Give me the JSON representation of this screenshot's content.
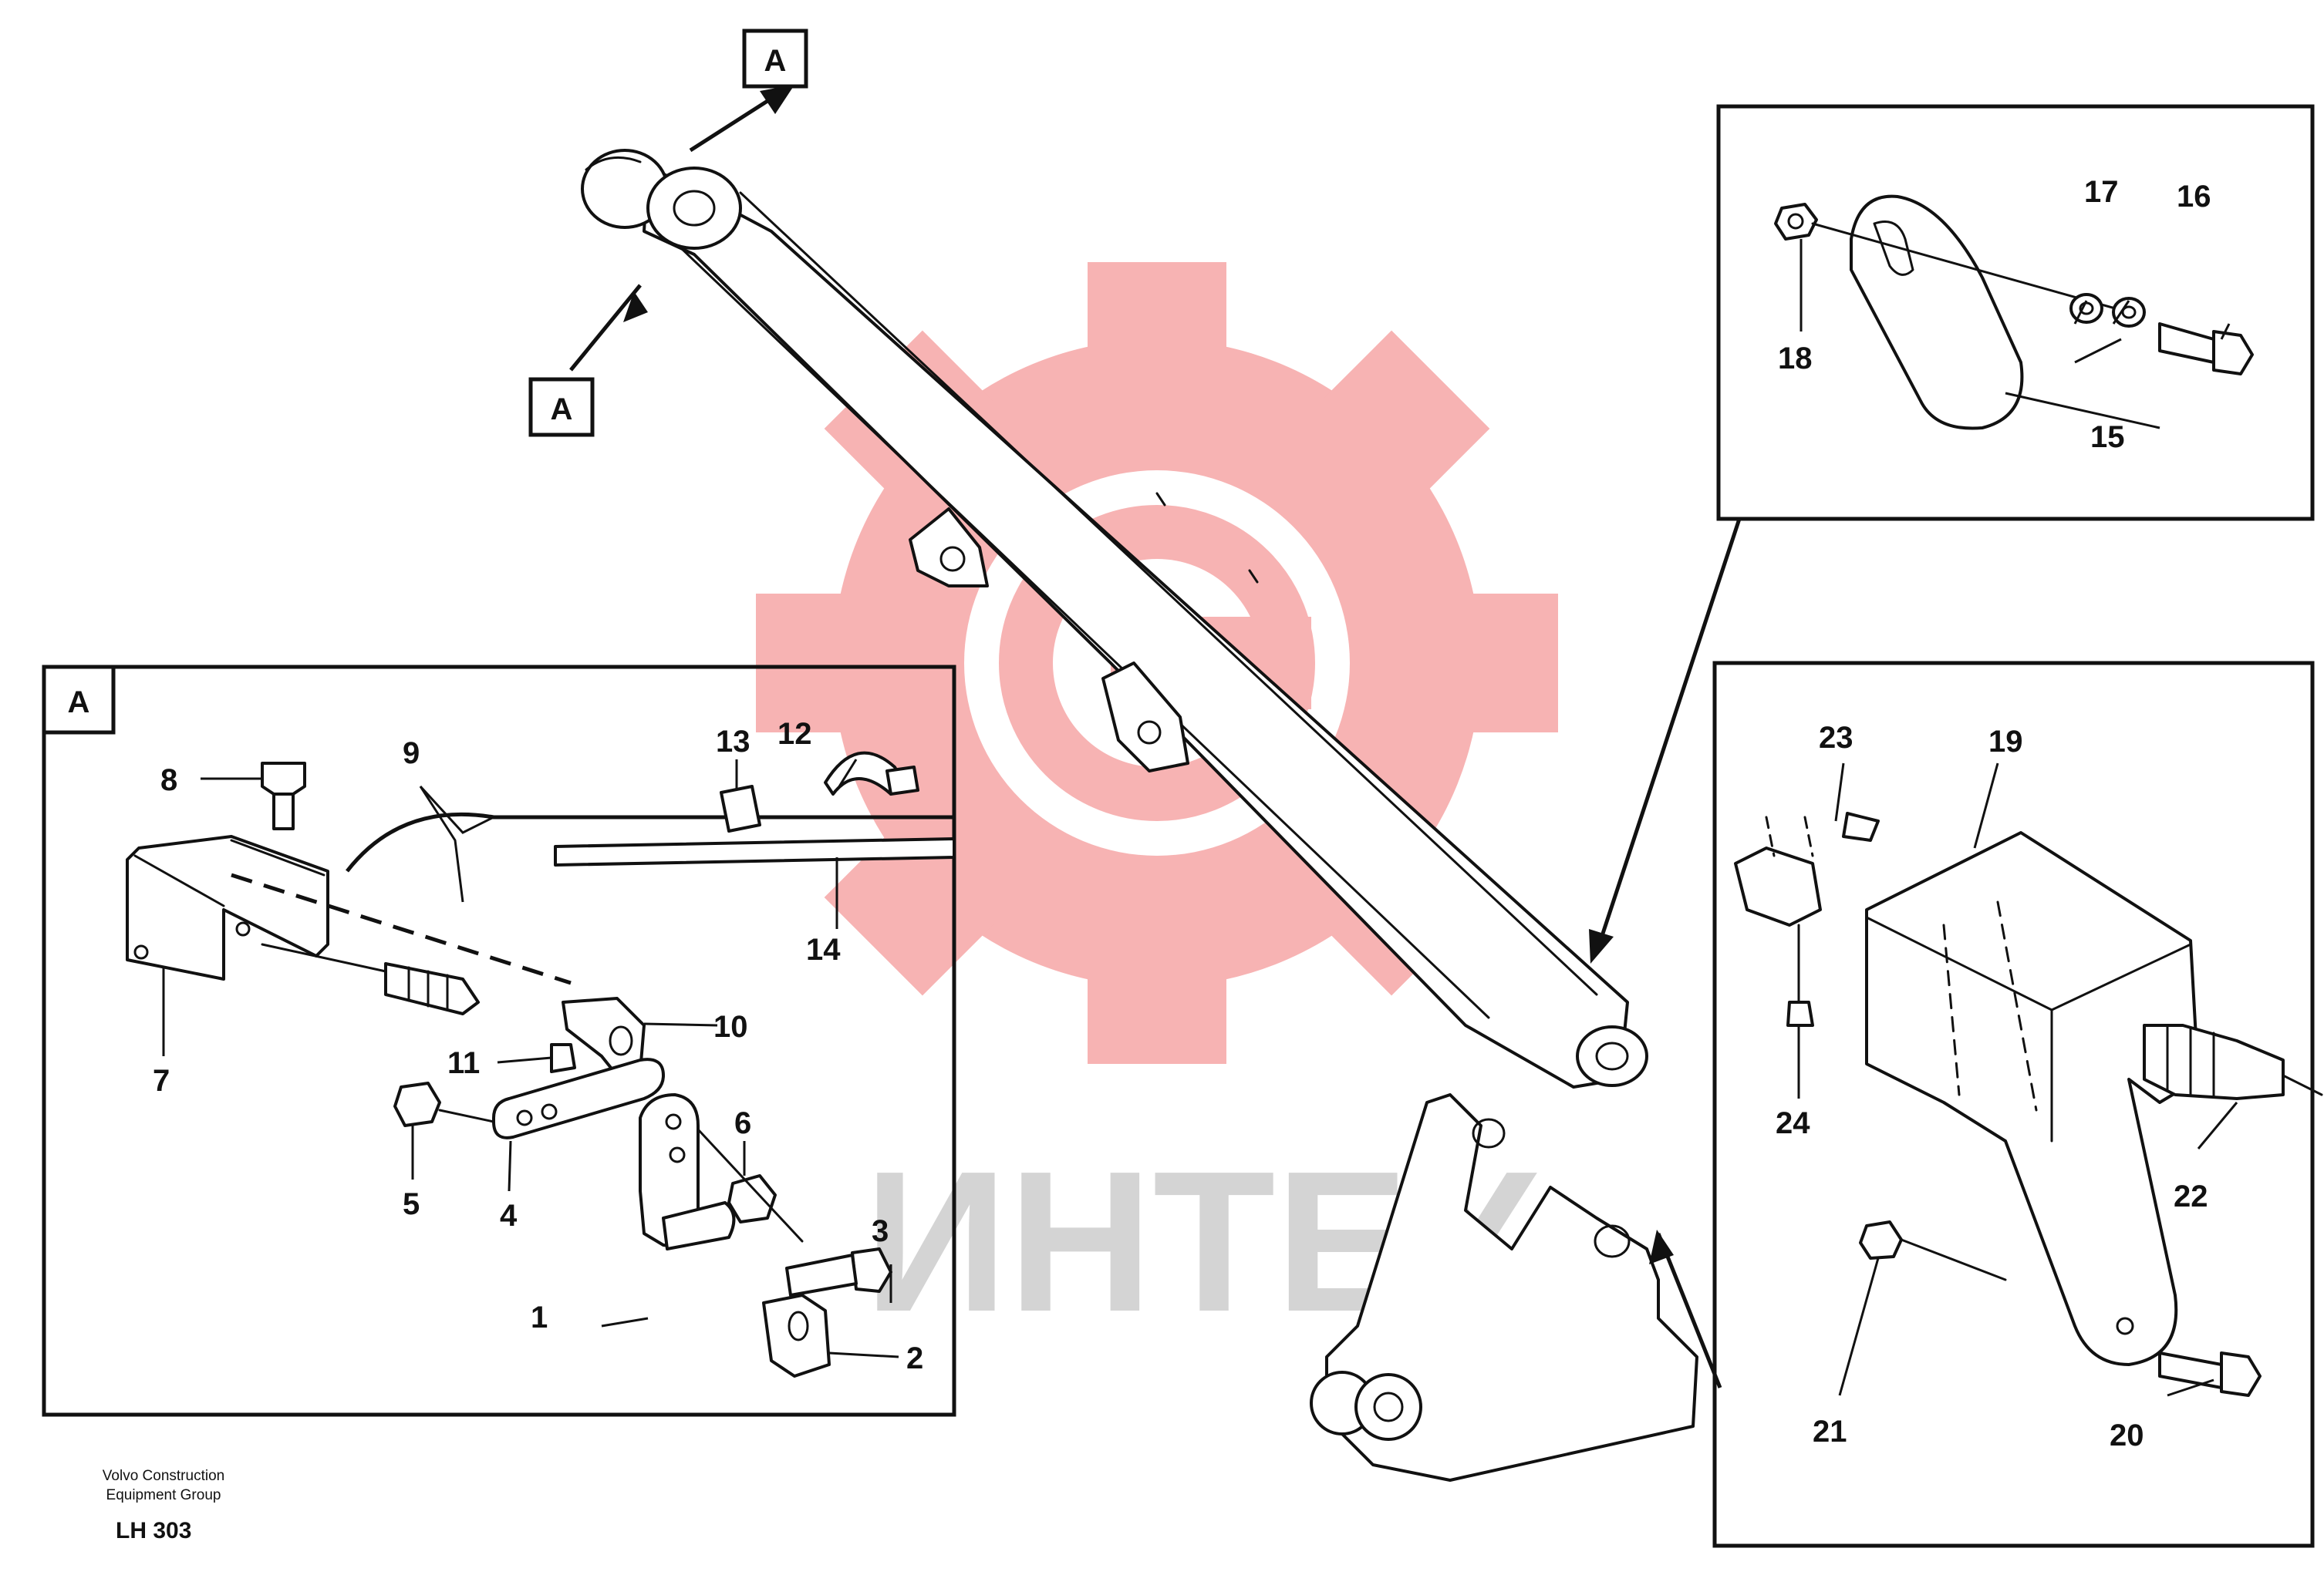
{
  "watermark": {
    "text": "ИНТЕХ",
    "gear_color": "#f7b3b3",
    "text_color": "#d4d4d4"
  },
  "detail_letter": "A",
  "callouts": {
    "c1": "1",
    "c2": "2",
    "c3": "3",
    "c4": "4",
    "c5": "5",
    "c6": "6",
    "c7": "7",
    "c8": "8",
    "c9": "9",
    "c10": "10",
    "c11": "11",
    "c12": "12",
    "c13": "13",
    "c14": "14",
    "c15": "15",
    "c16": "16",
    "c17": "17",
    "c18": "18",
    "c19": "19",
    "c20": "20",
    "c21": "21",
    "c22": "22",
    "c23": "23",
    "c24": "24"
  },
  "footer": {
    "company_line1": "Volvo Construction",
    "company_line2": "Equipment Group",
    "code": "LH 303"
  }
}
